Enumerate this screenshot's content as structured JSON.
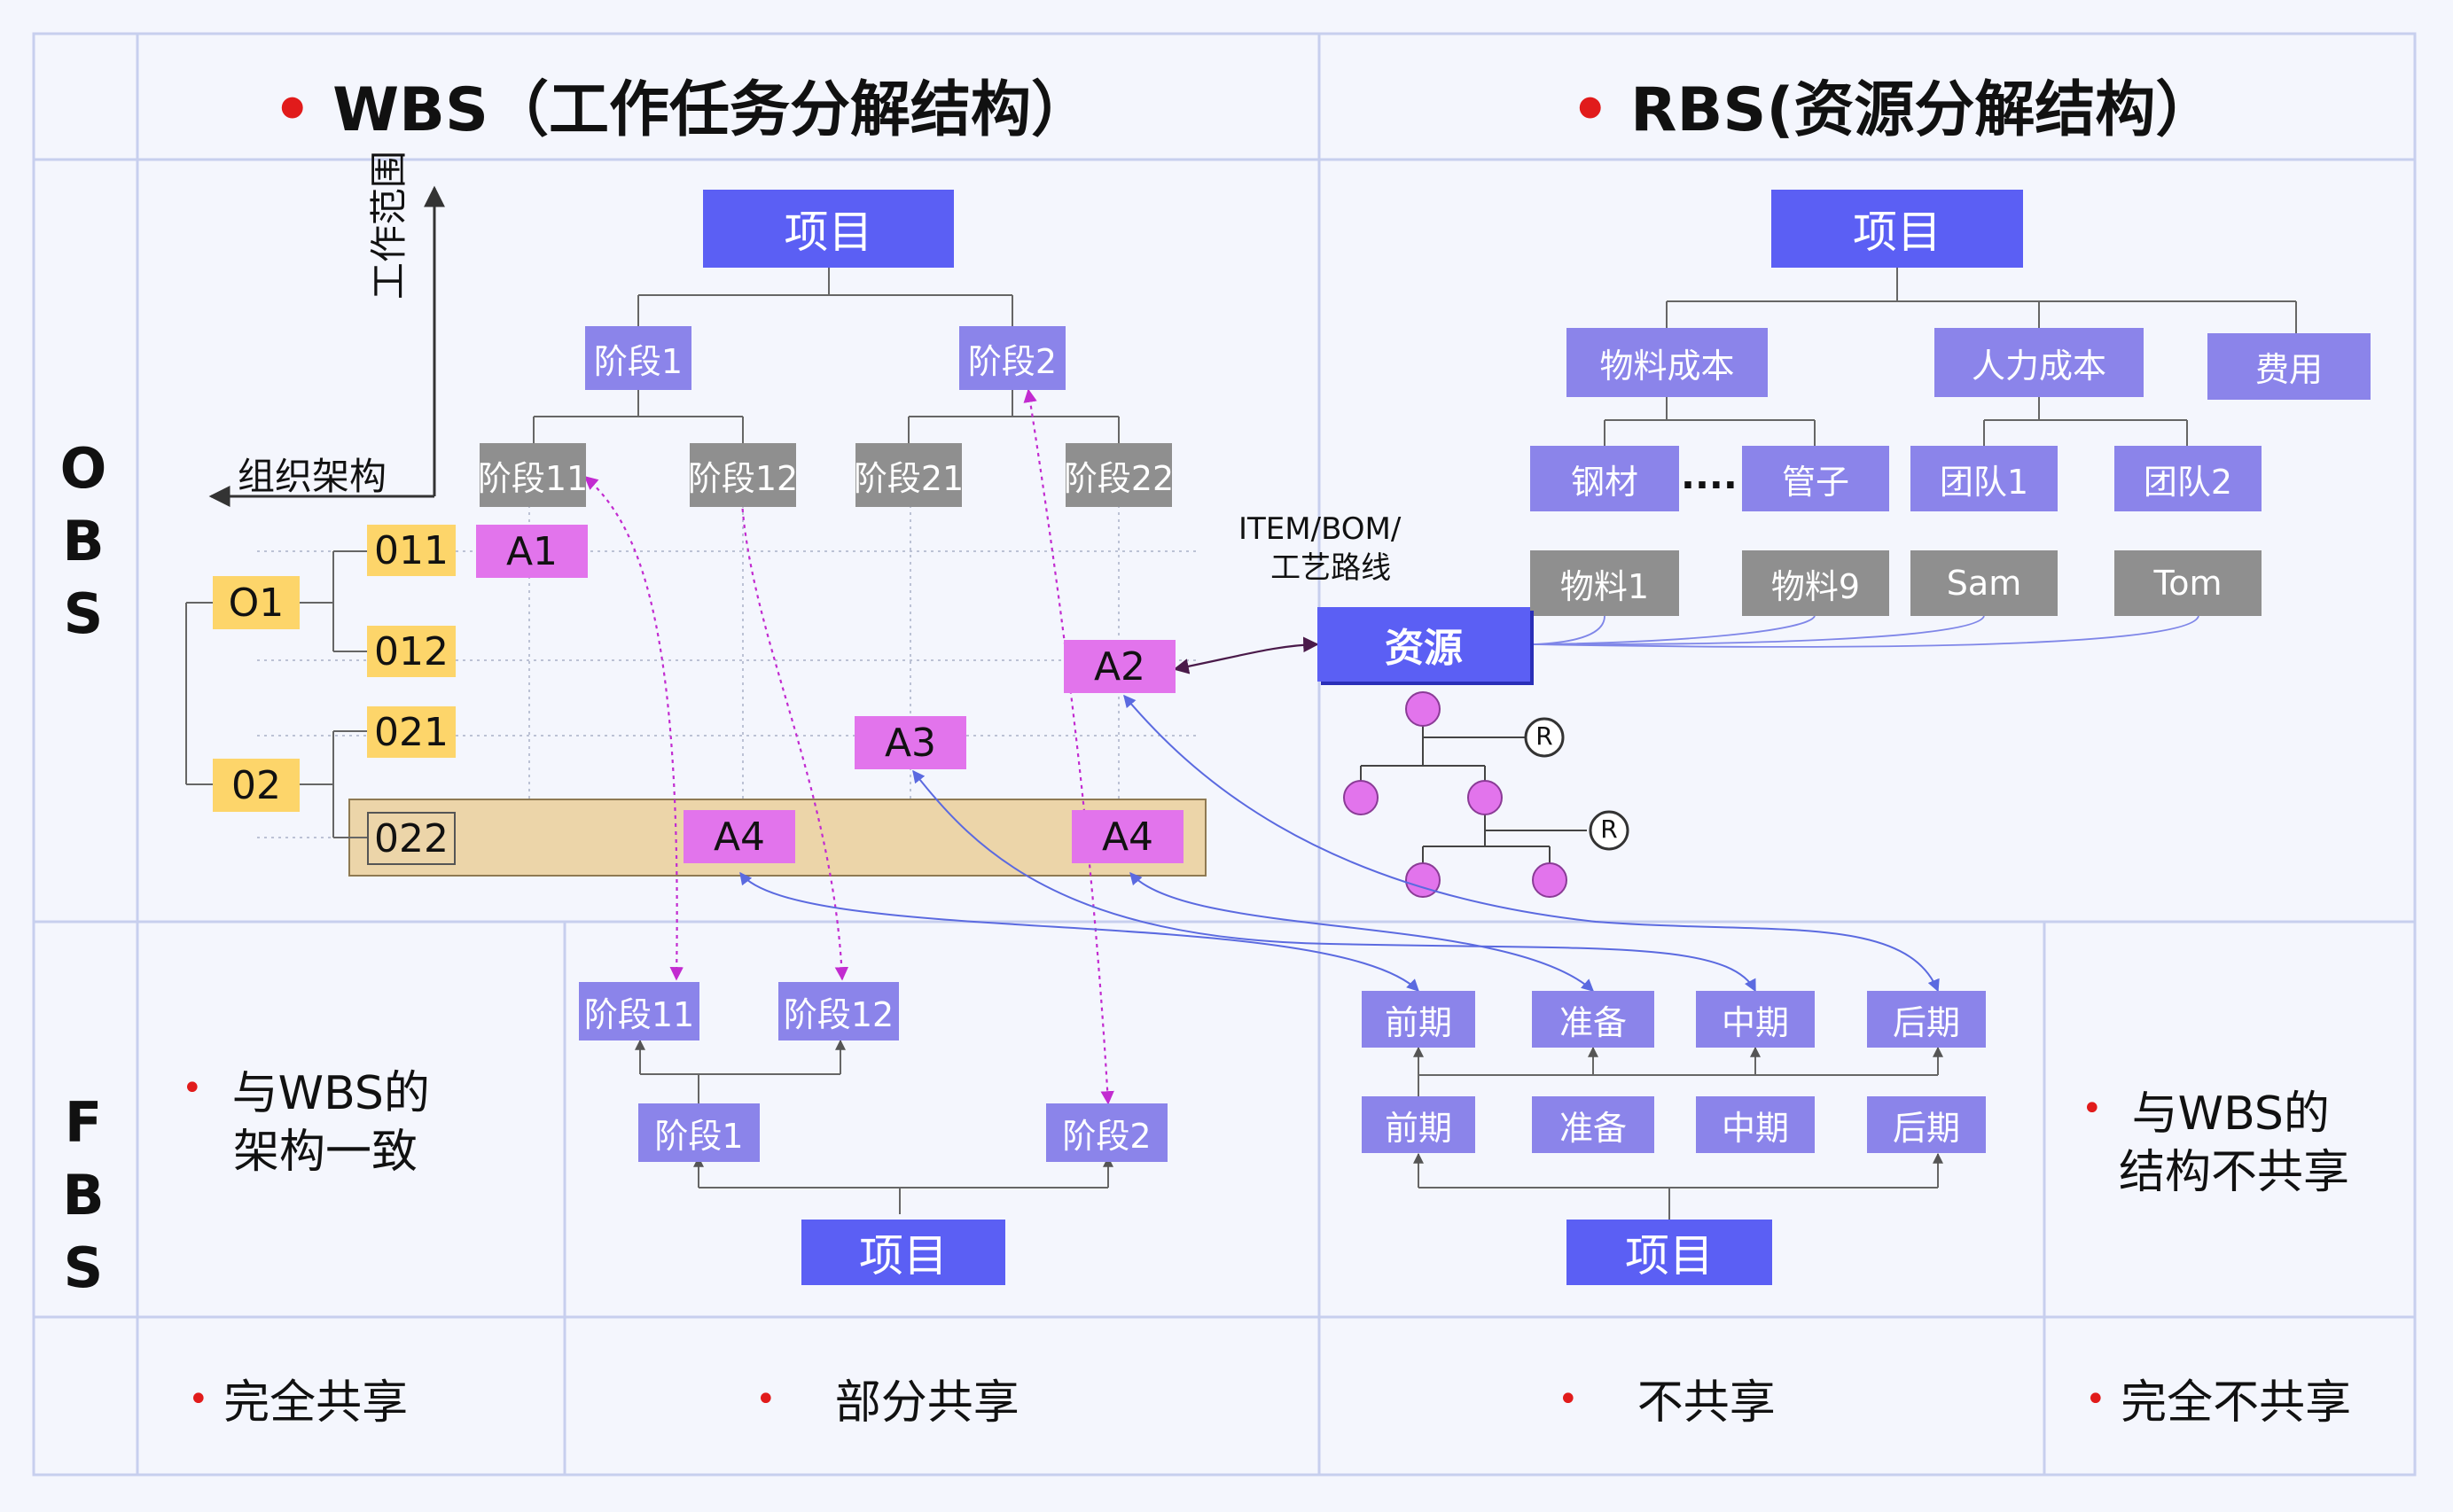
{
  "header": {
    "wbs": "WBS（工作任务分解结构）",
    "rbs": "RBS(资源分解结构）"
  },
  "side": {
    "obs": "OBS",
    "fbs": "FBS"
  },
  "axis": {
    "scope": "工作范围",
    "org": "组织架构"
  },
  "wbs": {
    "root": "项目",
    "phase1": "阶段1",
    "phase2": "阶段2",
    "phase11": "阶段11",
    "phase12": "阶段12",
    "phase21": "阶段21",
    "phase22": "阶段22"
  },
  "obs": {
    "o1": "O1",
    "o2": "02",
    "o11": "011",
    "o12": "012",
    "o21": "021",
    "o22": "022"
  },
  "activities": {
    "a1": "A1",
    "a2": "A2",
    "a3": "A3",
    "a4_left": "A4",
    "a4_right": "A4"
  },
  "rbs": {
    "root": "项目",
    "material_cost": "物料成本",
    "labor_cost": "人力成本",
    "expense": "费用",
    "steel": "钢材",
    "ellipsis": "....",
    "pipe": "管子",
    "team1": "团队1",
    "team2": "团队2",
    "material1": "物料1",
    "material9": "物料9",
    "sam": "Sam",
    "tom": "Tom",
    "item_bom_1": "ITEM/BOM/",
    "item_bom_2": "工艺路线",
    "resource": "资源",
    "r_mark": "R"
  },
  "fbs_left": {
    "note1": "与WBS的",
    "note2": "架构一致",
    "phase11": "阶段11",
    "phase12": "阶段12",
    "phase1": "阶段1",
    "phase2": "阶段2",
    "root": "项目"
  },
  "fbs_right": {
    "top": [
      "前期",
      "准备",
      "中期",
      "后期"
    ],
    "bottom": [
      "前期",
      "准备",
      "中期",
      "后期"
    ],
    "root": "项目",
    "note1": "与WBS的",
    "note2": "结构不共享"
  },
  "footer": {
    "c1": "完全共享",
    "c2": "部分共享",
    "c3": "不共享",
    "c4": "完全不共享"
  },
  "colors": {
    "blue_dark": "#5b5ff4",
    "blue_mid": "#8b84ea",
    "gray": "#8f8f8f",
    "magenta": "#e274ec",
    "orange": "#fdd56a",
    "band": "#ecd5a9",
    "grid": "#c7cfee",
    "bullet": "#e11b1b"
  }
}
